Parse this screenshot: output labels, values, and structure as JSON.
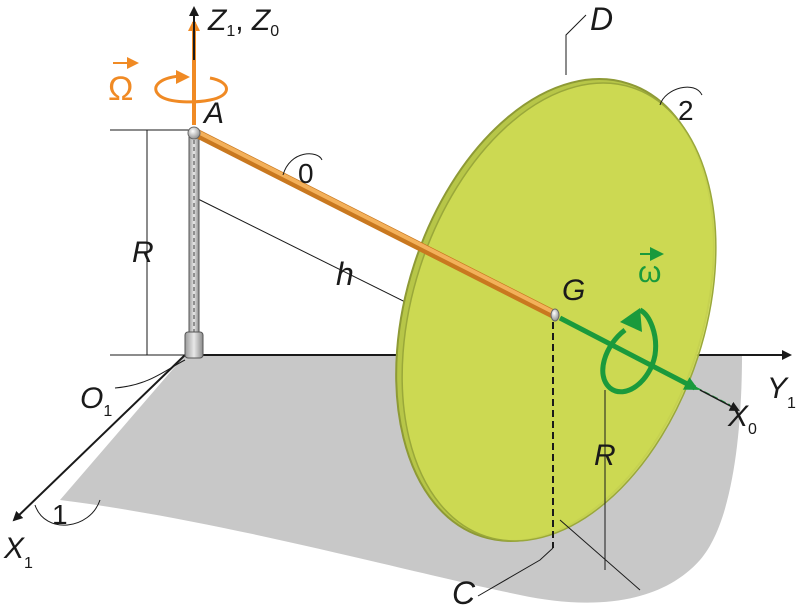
{
  "labels": {
    "z_axis": {
      "z1": "Z",
      "z1_sub": "1",
      "sep": ", ",
      "z0": "Z",
      "z0_sub": "0"
    },
    "point_a": "A",
    "point_g": "G",
    "point_c": "C",
    "point_d": "D",
    "origin": {
      "main": "O",
      "sub": "1"
    },
    "y_axis": {
      "main": "Y",
      "sub": "1"
    },
    "x1_axis": {
      "main": "X",
      "sub": "1"
    },
    "x0_axis": {
      "main": "X",
      "sub": "0"
    },
    "r_left": "R",
    "r_right": "R",
    "h_length": "h",
    "body_0": "0",
    "body_1": "1",
    "body_2": "2",
    "omega_big": "Ω",
    "omega_small": "ω"
  },
  "colors": {
    "omega_big": "#f08a24",
    "omega_small": "#1a9a3c",
    "rod": "#f0a040",
    "disk_fill": "#c8d84a",
    "disk_edge": "#9aa83a",
    "ground": "#c8c8c8",
    "axis": "#1a1a1a"
  }
}
